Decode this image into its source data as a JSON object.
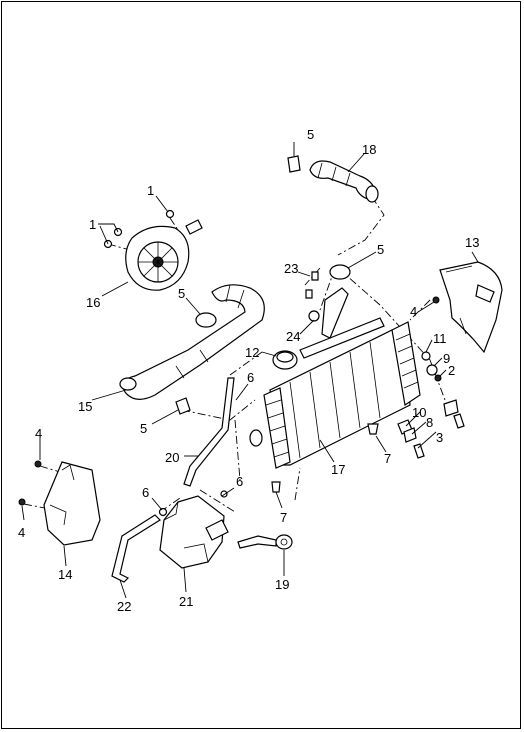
{
  "callouts": {
    "c1a": "1",
    "c1b": "1",
    "c2": "2",
    "c3": "3",
    "c4a": "4",
    "c4b": "4",
    "c4c": "4",
    "c5a": "5",
    "c5b": "5",
    "c5c": "5",
    "c5d": "5",
    "c6a": "6",
    "c6b": "6",
    "c6c": "6",
    "c7a": "7",
    "c7b": "7",
    "c8": "8",
    "c9": "9",
    "c10": "10",
    "c11": "11",
    "c12": "12",
    "c13": "13",
    "c14": "14",
    "c15": "15",
    "c16": "16",
    "c17": "17",
    "c18": "18",
    "c19": "19",
    "c20": "20",
    "c21": "21",
    "c22": "22",
    "c23": "23",
    "c24": "24"
  }
}
